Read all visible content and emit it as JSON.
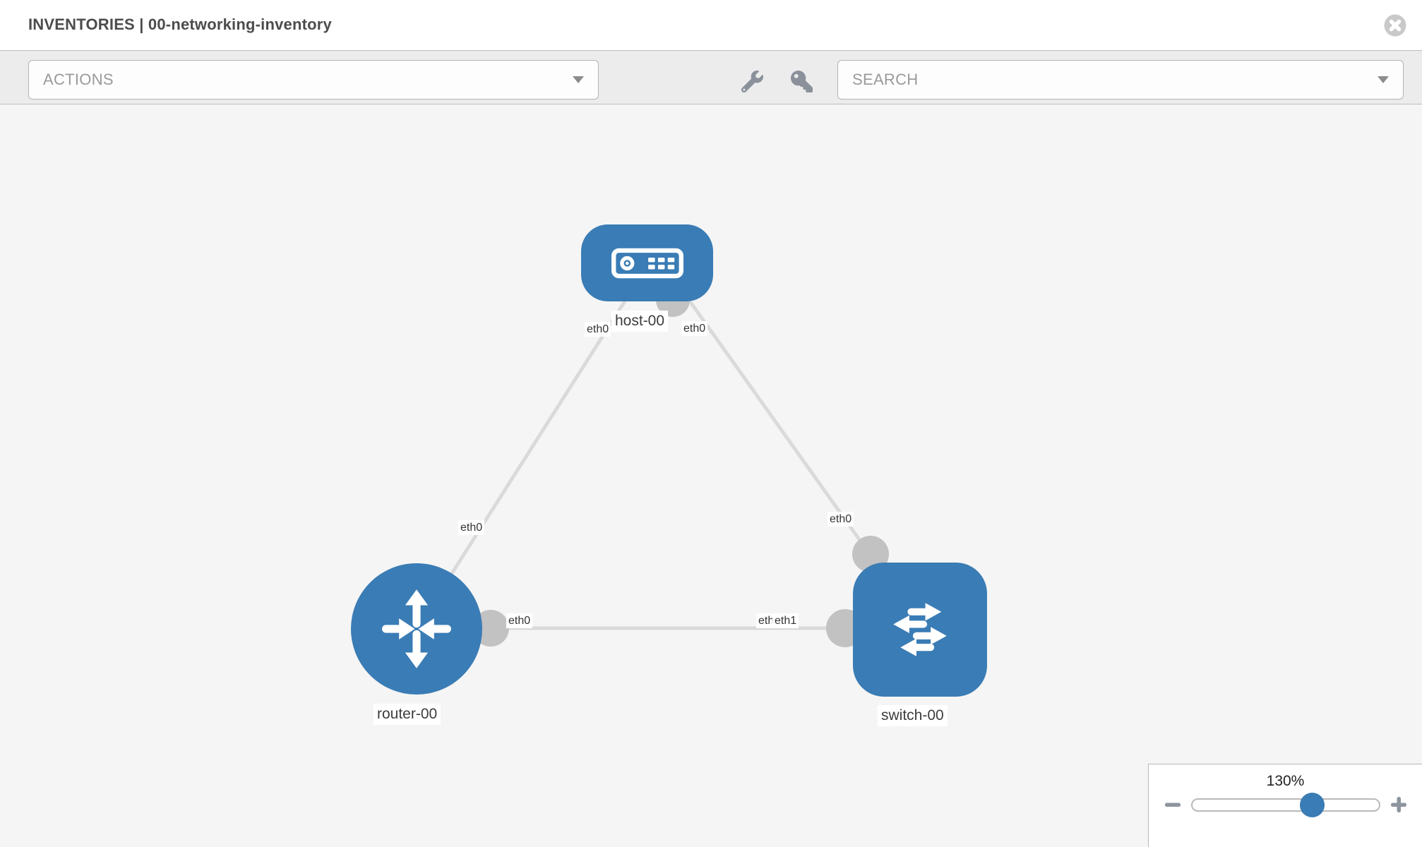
{
  "header": {
    "title": "INVENTORIES | 00-networking-inventory"
  },
  "toolbar": {
    "actions_label": "ACTIONS",
    "search_label": "SEARCH"
  },
  "topology": {
    "nodes": [
      {
        "id": "host-00",
        "type": "host",
        "label": "host-00"
      },
      {
        "id": "router-00",
        "type": "router",
        "label": "router-00"
      },
      {
        "id": "switch-00",
        "type": "switch",
        "label": "switch-00"
      }
    ],
    "links": [
      {
        "from": "host-00",
        "from_interface": "eth0",
        "to": "router-00",
        "to_interface": "eth0"
      },
      {
        "from": "host-00",
        "from_interface": "eth0",
        "to": "switch-00",
        "to_interface": "eth0"
      },
      {
        "from": "router-00",
        "from_interface": "eth0",
        "to": "switch-00",
        "to_interface": "eth1",
        "overlapped_interface_label": "eth0"
      }
    ]
  },
  "zoom_control": {
    "level": "130%"
  },
  "colors": {
    "node_blue": "#3a7cb5",
    "interface_gray": "#c2c2c2",
    "link_gray": "#dadada",
    "canvas_bg": "#f5f5f5",
    "toolbar_bg": "#ececec",
    "icon_gray": "#8b919b",
    "title_text": "#4c4c4c"
  }
}
